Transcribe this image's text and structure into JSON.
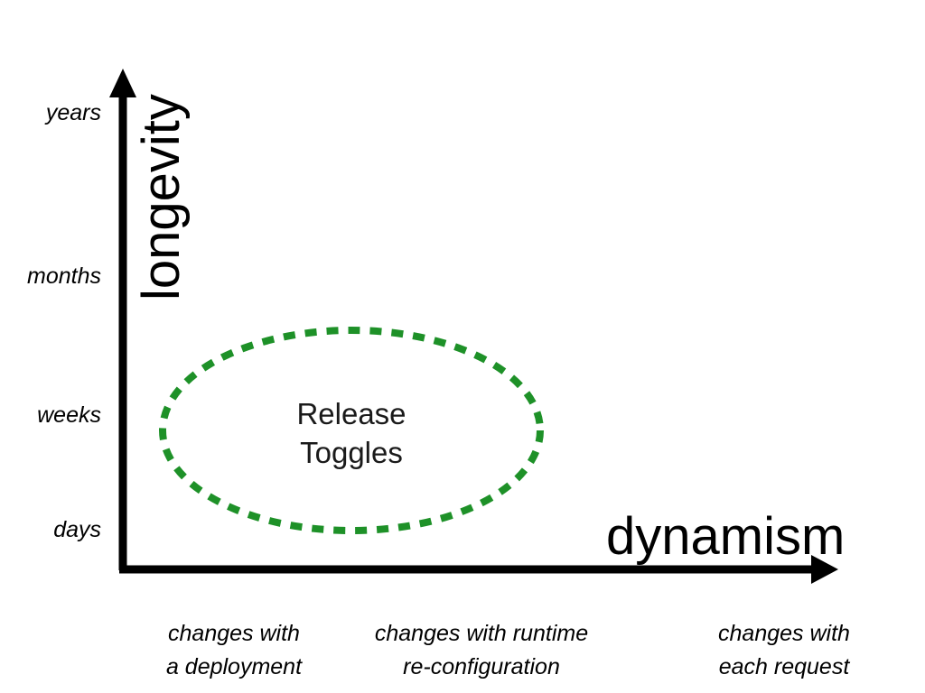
{
  "chart_data": {
    "type": "scatter",
    "title": "",
    "xlabel": "dynamism",
    "ylabel": "longevity",
    "grid": false,
    "legend": false,
    "y_ticks": [
      "days",
      "weeks",
      "months",
      "years"
    ],
    "x_ticks": [
      "changes with\na deployment",
      "changes with runtime\nre-configuration",
      "changes with\neach request"
    ],
    "annotations": [
      {
        "label": "Release Toggles",
        "shape": "dashed-ellipse",
        "color": "#1e9128",
        "x_range": [
          "changes with a deployment",
          "between deployment and runtime re-configuration"
        ],
        "y_range": [
          "days",
          "weeks-to-months"
        ]
      }
    ]
  },
  "axes": {
    "y": {
      "title": "longevity",
      "ticks": [
        {
          "label": "years"
        },
        {
          "label": "months"
        },
        {
          "label": "weeks"
        },
        {
          "label": "days"
        }
      ]
    },
    "x": {
      "title": "dynamism",
      "captions": [
        {
          "line1": "changes with",
          "line2": "a deployment"
        },
        {
          "line1": "changes with runtime",
          "line2": "re-configuration"
        },
        {
          "line1": "changes with",
          "line2": "each request"
        }
      ]
    }
  },
  "regions": [
    {
      "name": "release-toggles",
      "line1": "Release",
      "line2": "Toggles",
      "color": "#1e9128"
    }
  ],
  "colors": {
    "axis": "#000000",
    "text": "#000000",
    "region_accent": "#1e9128",
    "background": "#ffffff"
  }
}
